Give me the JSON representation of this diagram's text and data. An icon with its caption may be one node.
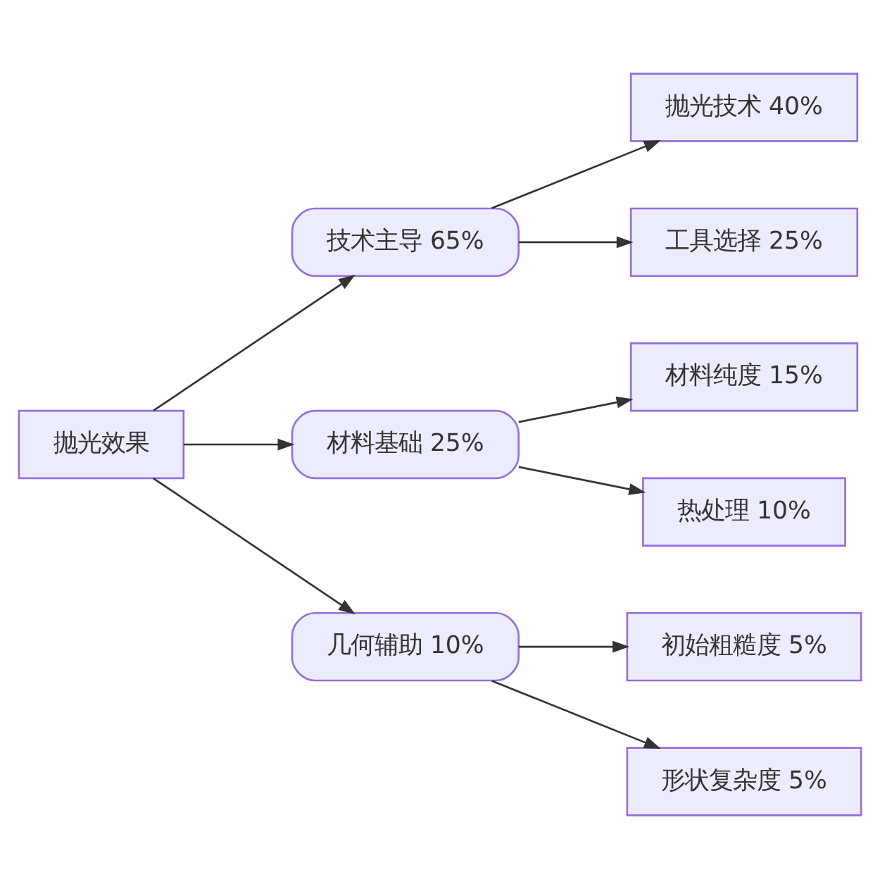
{
  "diagram": {
    "nodes": [
      {
        "text": [
          "抛光效果"
        ]
      },
      {
        "text": [
          "技术主导 65%"
        ]
      },
      {
        "text": [
          "材料基础 25%"
        ]
      },
      {
        "text": [
          "几何辅助 10%"
        ]
      },
      {
        "text": [
          "抛光技术 40%"
        ]
      },
      {
        "text": [
          "工具选择 25%"
        ]
      },
      {
        "text": [
          "材料纯度 15%"
        ]
      },
      {
        "text": [
          "热处理 10%"
        ]
      },
      {
        "text": [
          "初始粗糙度 5%"
        ]
      },
      {
        "text": [
          "形状复杂度 5%"
        ]
      }
    ],
    "edges": [
      {
        "from": 0,
        "to": 1,
        "arrow": "to"
      },
      {
        "from": 0,
        "to": 2,
        "arrow": "to"
      },
      {
        "from": 0,
        "to": 3,
        "arrow": "to"
      },
      {
        "from": 1,
        "to": 4,
        "arrow": "to"
      },
      {
        "from": 1,
        "to": 5,
        "arrow": "to"
      },
      {
        "from": 2,
        "to": 6,
        "arrow": "to"
      },
      {
        "from": 2,
        "to": 7,
        "arrow": "to"
      },
      {
        "from": 3,
        "to": 8,
        "arrow": "to"
      },
      {
        "from": 3,
        "to": 9,
        "arrow": "to"
      }
    ]
  }
}
